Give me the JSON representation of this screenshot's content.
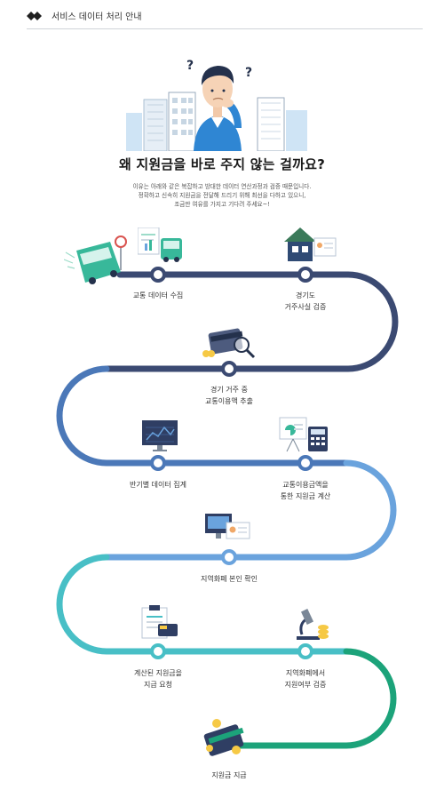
{
  "header": {
    "title": "서비스 데이터 처리 안내"
  },
  "headline": "왜 지원금을 바로 주지 않는 걸까요?",
  "subtext": [
    "이유는 아래와 같은 복잡하고 방대한 데이터 연산과정과 검증 때문입니다.",
    "정확하고 신속히 지원금을 전달해 드리기 위해 최선을 다하고 있으니,",
    "조금만 여유를 가지고 기다려 주세요~!"
  ],
  "steps": [
    {
      "label": "교통 데이터 수집",
      "icon": "bus-icon"
    },
    {
      "label": "경기도\n거주사실 검증",
      "icon": "house-icon"
    },
    {
      "label": "경기 거주 중\n교통이용액 추출",
      "icon": "card-search-icon"
    },
    {
      "label": "반기별 데이터 집계",
      "icon": "monitor-chart-icon"
    },
    {
      "label": "교통이용금액을\n통한 지원금 계산",
      "icon": "calculator-icon"
    },
    {
      "label": "지역화폐 본인 확인",
      "icon": "id-card-icon"
    },
    {
      "label": "계산된 지원금을\n지급 요청",
      "icon": "clipboard-icon"
    },
    {
      "label": "지역화폐에서\n지원여부 검증",
      "icon": "microscope-icon"
    },
    {
      "label": "지원금 지급",
      "icon": "money-card-icon"
    }
  ],
  "colors": {
    "navy": "#3b4a72",
    "blue": "#4b78b8",
    "skyblue": "#6aa3dd",
    "teal": "#48bfc6",
    "green": "#1ca37a"
  }
}
